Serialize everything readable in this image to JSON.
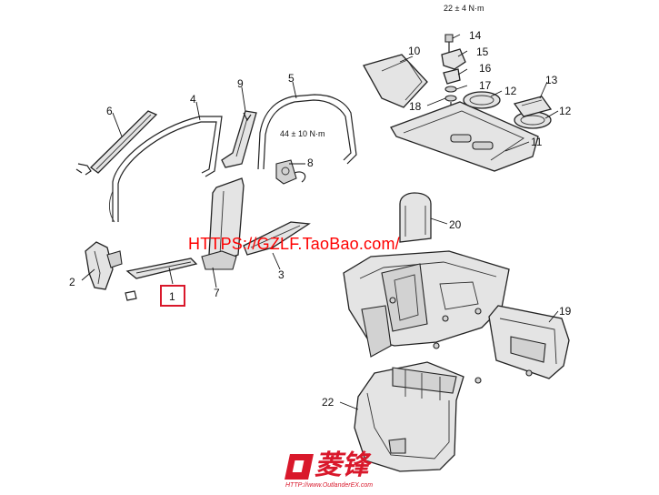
{
  "callouts": {
    "c1": "1",
    "c2": "2",
    "c3": "3",
    "c4": "4",
    "c5": "5",
    "c6": "6",
    "c7": "7",
    "c8": "8",
    "c9": "9",
    "c10": "10",
    "c11": "11",
    "c12a": "12",
    "c12b": "12",
    "c13": "13",
    "c14": "14",
    "c15": "15",
    "c16": "16",
    "c17": "17",
    "c18": "18",
    "c19": "19",
    "c20": "20",
    "c22": "22"
  },
  "torque": {
    "top": "22 ± 4 N·m",
    "pillar": "44 ± 10 N·m"
  },
  "watermark": "HTTPS://GZLF.TaoBao.com/",
  "logo": {
    "text": "菱锋",
    "url": "HTTP://www.OutlanderEX.com"
  },
  "colors": {
    "highlight": "#d9182b",
    "watermark": "#ff0000",
    "part_fill": "#e4e4e4"
  }
}
